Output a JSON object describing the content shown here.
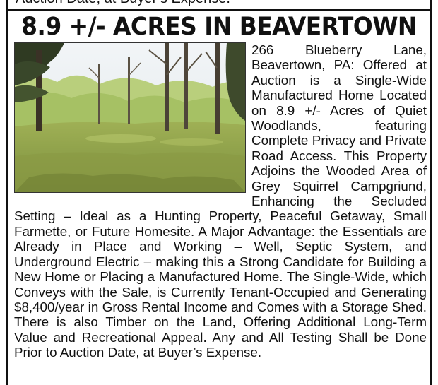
{
  "clipped_line": "Auction Date, at Buyer’s Expense.",
  "headline": "8.9 +/- ACRES IN BEAVERTOWN",
  "photo": {
    "icon": "landscape-photo",
    "colors": {
      "sky": "#e9eef2",
      "grass": "#8fa24a",
      "tree_dark": "#2f3a22",
      "foliage": "#a7c465"
    }
  },
  "body_text": "266 Blueberry Lane, Beavertown, PA: Offered at Auction is a Single-Wide Manufactured Home Located on 8.9 +/- Acres of Quiet Woodlands, featuring Complete Privacy and Private Road Access. This Property Adjoins the Wooded Area of Grey Squirrel Campgriund, Enhancing the Secluded Setting – Ideal as a Hunting Property, Peaceful Getaway, Small Farmette, or Future Homesite. A Major Advantage: the Essentials are Already in Place and Working – Well, Septic System, and Underground Electric – making this a Strong Candidate for Building a New Home or Placing a Manufactured Home. The Single-Wide, which Conveys with the Sale, is Currently Tenant-Occupied and Generating $8,400/year in Gross Rental Income and Comes with a Storage Shed. There is also Timber on the Land, Offering Additional Long-Term Value and Recreational Appeal. Any and All Testing Shall be Done Prior to Auction Date, at Buyer’s Expense."
}
